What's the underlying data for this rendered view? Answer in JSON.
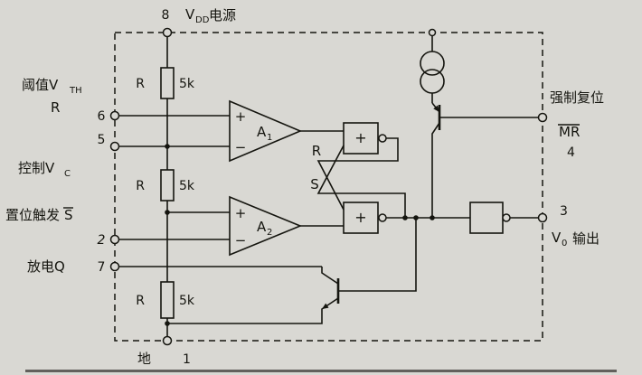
{
  "diagram": {
    "power": {
      "pin": "8",
      "v": "V",
      "v_sub": "DD",
      "label": "电源"
    },
    "threshold": {
      "label": "阈值V",
      "sub": "TH",
      "r_mark": "R",
      "pin": "6"
    },
    "control": {
      "label": "控制V",
      "sub": "C",
      "pin": "5"
    },
    "trigger": {
      "label": "置位触发",
      "s_mark": "S",
      "pin": "2"
    },
    "discharge": {
      "label": "放电Q",
      "pin": "7"
    },
    "ground": {
      "label": "地",
      "pin": "1"
    },
    "reset": {
      "label": "强制复位",
      "mr_mark": "MR",
      "pin": "4"
    },
    "output": {
      "pin": "3",
      "v": "V",
      "v_sub": "0",
      "label": "输出"
    },
    "resistor": {
      "name": "R",
      "value": "5k"
    },
    "comparators": {
      "a": "A",
      "a1_sub": "1",
      "a2_sub": "2",
      "plus": "+",
      "minus": "−"
    },
    "latch": {
      "r_input": "R",
      "s_input": "S",
      "gate_symbol": "+"
    }
  }
}
